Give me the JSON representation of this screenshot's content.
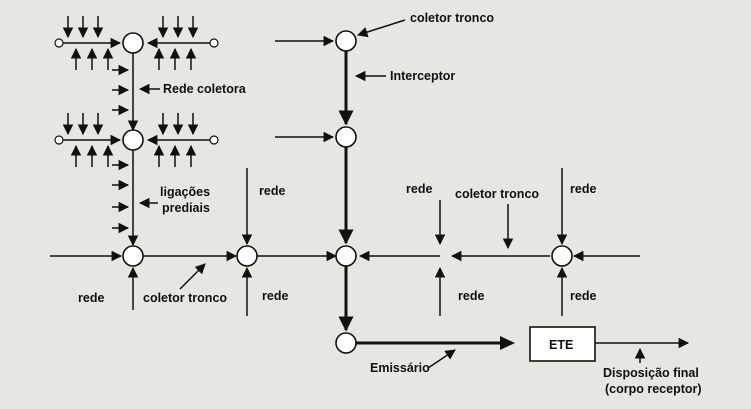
{
  "labels": {
    "rede_coletora": "Rede coletora",
    "ligacoes_line1": "ligações",
    "ligacoes_line2": "prediais",
    "rede": "rede",
    "coletor_tronco": "coletor tronco",
    "interceptor": "Interceptor",
    "emissario": "Emissário",
    "ete": "ETE",
    "disposicao_line1": "Disposição final",
    "disposicao_line2": "(corpo receptor)"
  },
  "colors": {
    "background": "#e8e6e1",
    "ink": "#111111",
    "manhole_fill": "#ffffff",
    "ete_fill": "#ffffff"
  }
}
